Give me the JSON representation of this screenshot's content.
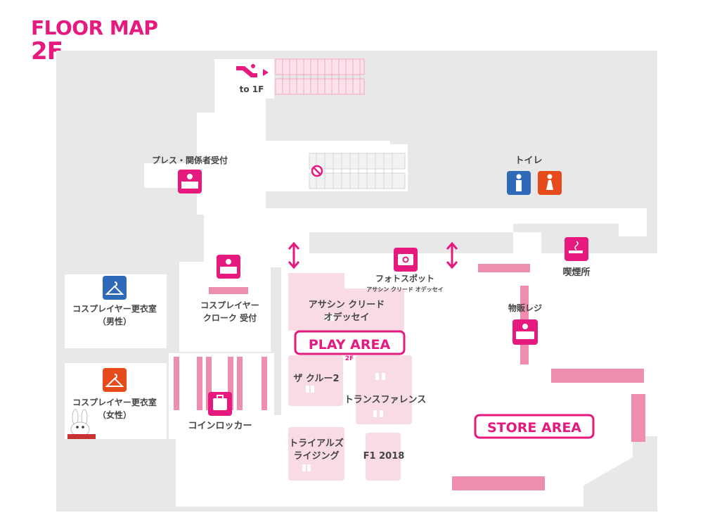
{
  "title": {
    "line1": "FLOOR MAP",
    "line2": "2F"
  },
  "colors": {
    "accent": "#e5197e",
    "wall": "#e8e8e8",
    "zone": "#f9dbe6",
    "bar": "#ef8db0",
    "male": "#2e6ab7",
    "female": "#e74b1c"
  },
  "labels": {
    "to_1f": "to 1F",
    "press": "プレス・関係者受付",
    "toilet": "トイレ",
    "smoking": "喫煙所",
    "photospot": "フォトスポット",
    "photospot_sub": "アサシン クリード オデッセイ",
    "goods_register": "物販レジ",
    "cos_male_1": "コスプレイヤー更衣室",
    "cos_male_2": "（男性）",
    "cos_cloak_1": "コスプレイヤー",
    "cos_cloak_2": "クローク 受付",
    "cos_female_1": "コスプレイヤー更衣室",
    "cos_female_2": "（女性）",
    "locker": "コインロッカー",
    "play_area": "PLAY AREA",
    "play_area_floor": "2F",
    "store_area": "STORE AREA"
  },
  "games": {
    "assassin_1": "アサシン クリード",
    "assassin_2": "オデッセイ",
    "crew": "ザ クルー2",
    "transference": "トランスファレンス",
    "trials_1": "トライアルズ",
    "trials_2": "ライジング",
    "f1": "F1 2018"
  },
  "icons": [
    "escalator-icon",
    "no-entry-icon",
    "reception-icon",
    "male-toilet-icon",
    "female-toilet-icon",
    "smoking-icon",
    "camera-icon",
    "register-icon",
    "hanger-icon",
    "locker-icon",
    "double-arrow-icon",
    "rabbid-mascot-icon"
  ]
}
